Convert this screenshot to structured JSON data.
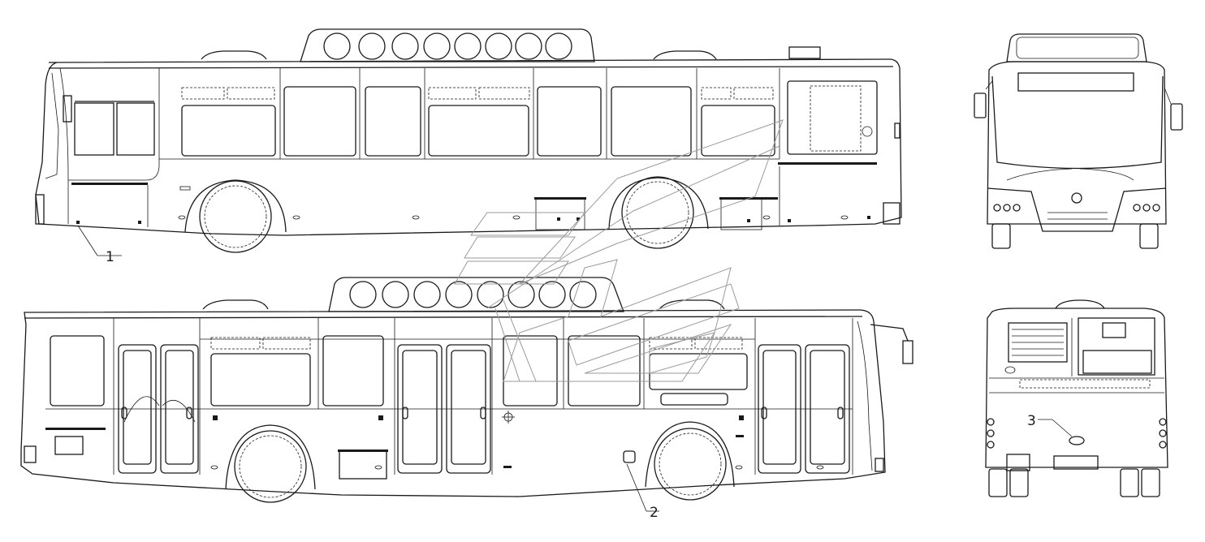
{
  "drawing": {
    "views": [
      "side-left",
      "side-right",
      "front",
      "rear"
    ],
    "callouts": [
      {
        "id": "1",
        "label": "1"
      },
      {
        "id": "2",
        "label": "2"
      },
      {
        "id": "3",
        "label": "3"
      }
    ],
    "watermark_icon": "stylized-logo-watermark",
    "line_color": "#1a1a1a",
    "watermark_color": "#9a9a9a"
  }
}
